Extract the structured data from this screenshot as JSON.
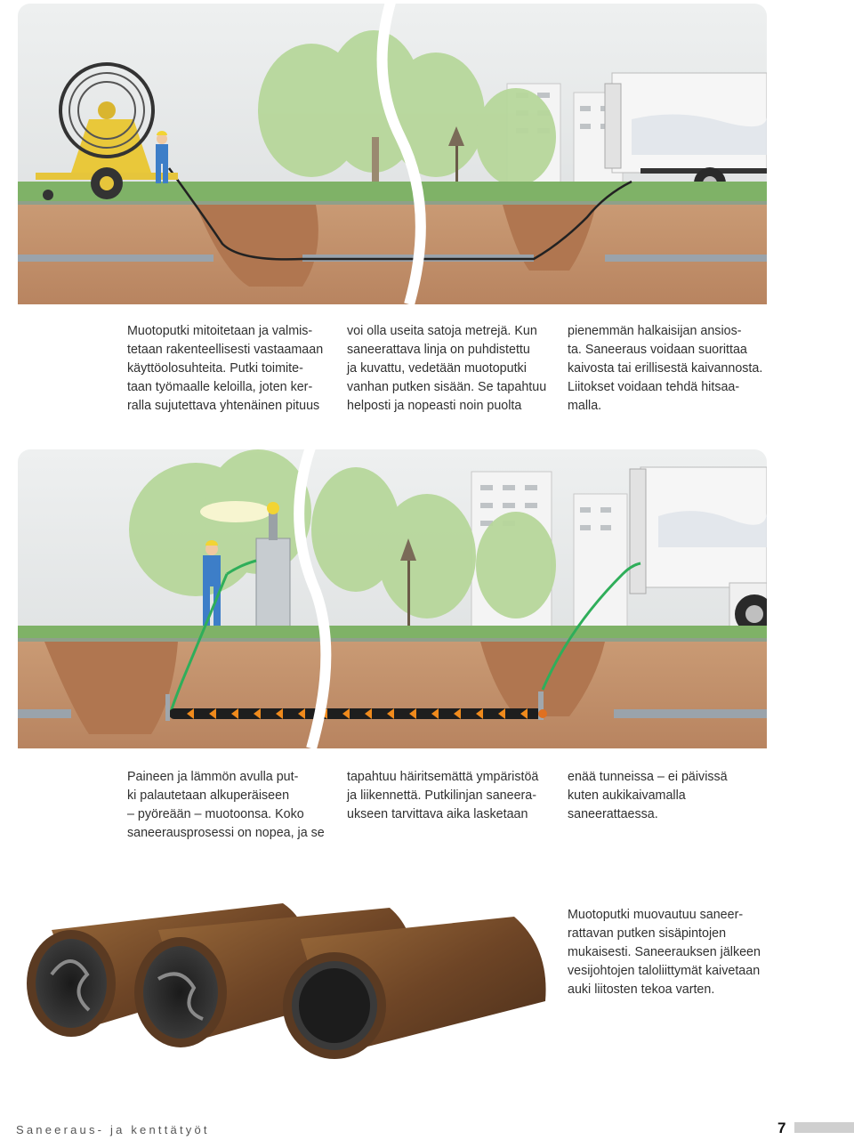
{
  "section1": {
    "col1": "Muotoputki mitoitetaan ja valmis-\ntetaan rakenteellisesti vastaamaan\nkäyttöolosuhteita. Putki toimite-\ntaan työmaalle keloilla, joten ker-\nralla sujutettava yhtenäinen pituus",
    "col2": "voi olla useita satoja metrejä. Kun\nsaneerattava linja on puhdistettu\nja kuvattu, vedetään muotoputki\nvanhan putken sisään. Se tapahtuu\nhelposti ja nopeasti noin puolta",
    "col3": "pienemmän halkaisijan ansios-\nta. Saneeraus voidaan suorittaa\nkaivosta tai erillisestä kaivannosta.\nLiitokset voidaan tehdä hitsaa-\nmalla."
  },
  "section2": {
    "col1": "Paineen ja lämmön avulla put-\nki palautetaan alkuperäiseen\n– pyöreään – muotoonsa. Koko\nsaneerausprosessi on nopea, ja se",
    "col2": "tapahtuu häiritsemättä ympäristöä\nja liikennettä. Putkilinjan saneera-\nukseen tarvittava aika lasketaan",
    "col3": "enää tunneissa – ei päivissä\nkuten aukikaivamalla\nsaneerattaessa."
  },
  "section3": {
    "caption": "Muotoputki muovautuu saneer-\nrattavan putken sisäpintojen\nmukaisesti. Saneerauksen jälkeen\nvesijohtojen taloliittymät kaivetaan\nauki liitosten tekoa varten."
  },
  "footer": {
    "title": "Saneeraus- ja kenttätyöt",
    "page": "7"
  },
  "colors": {
    "sky": "#e6e8e9",
    "grass": "#7fb267",
    "soil": "#c08d68",
    "pipe_rust": "#8a5a2e",
    "liner_green": "#2fae5a",
    "heat_arrow": "#f08a1c"
  }
}
